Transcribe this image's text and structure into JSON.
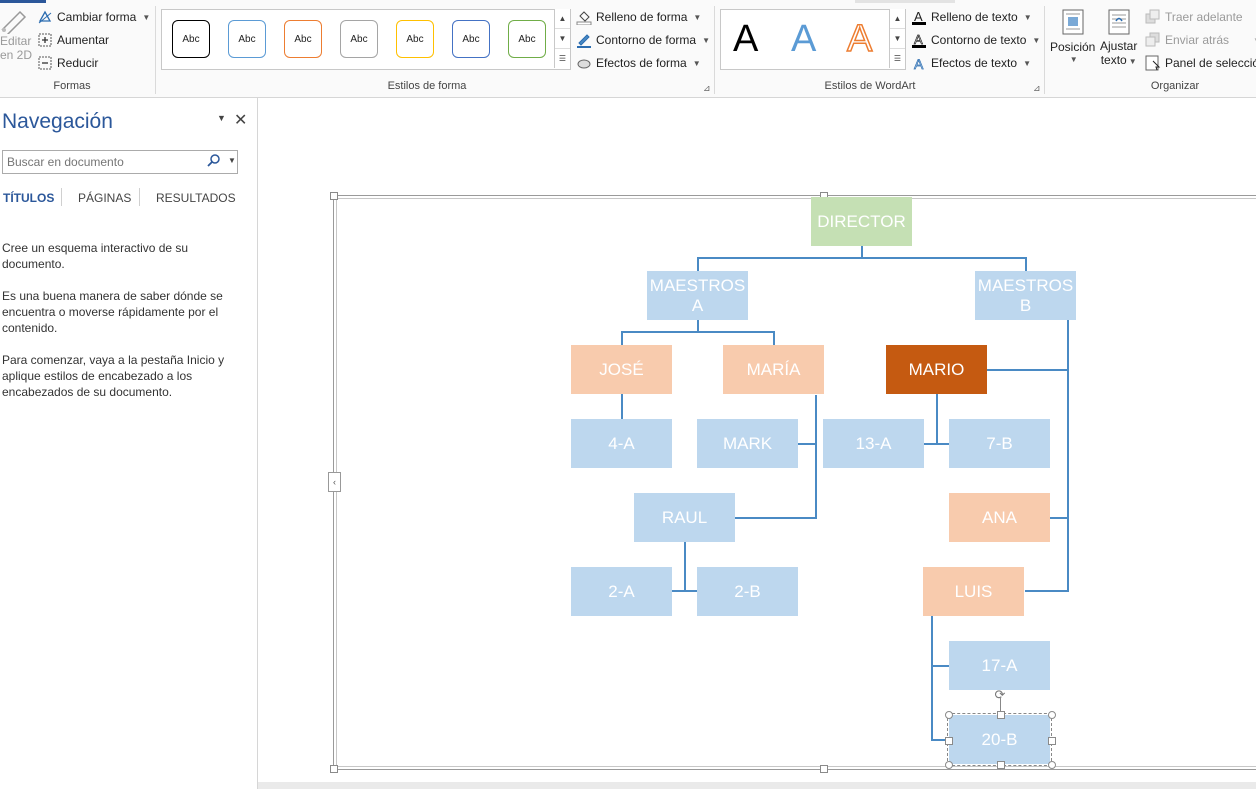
{
  "ribbon": {
    "formas": {
      "edit2d_label_1": "Editar",
      "edit2d_label_2": "en 2D",
      "cambiar_forma": "Cambiar forma",
      "aumentar": "Aumentar",
      "reducir": "Reducir",
      "group_label": "Formas"
    },
    "estilos_forma": {
      "swatch_label": "Abc",
      "swatches": [
        {
          "label": "Abc",
          "color": "#000000"
        },
        {
          "label": "Abc",
          "color": "#5b9bd5"
        },
        {
          "label": "Abc",
          "color": "#ed7d31"
        },
        {
          "label": "Abc",
          "color": "#a5a5a5"
        },
        {
          "label": "Abc",
          "color": "#ffc000"
        },
        {
          "label": "Abc",
          "color": "#4472c4"
        },
        {
          "label": "Abc",
          "color": "#70ad47"
        }
      ],
      "relleno": "Relleno de forma",
      "contorno": "Contorno de forma",
      "efectos": "Efectos de forma",
      "group_label": "Estilos de forma"
    },
    "wordart": {
      "letter": "A",
      "relleno": "Relleno de texto",
      "contorno": "Contorno de texto",
      "efectos": "Efectos de texto",
      "group_label": "Estilos de WordArt"
    },
    "organizar": {
      "posicion": "Posición",
      "ajustar_1": "Ajustar",
      "ajustar_2": "texto",
      "traer": "Traer adelante",
      "enviar": "Enviar atrás",
      "panel": "Panel de selección",
      "group_label": "Organizar"
    }
  },
  "nav": {
    "title": "Navegación",
    "search_placeholder": "Buscar en documento",
    "tabs": [
      "TÍTULOS",
      "PÁGINAS",
      "RESULTADOS"
    ],
    "para1": "Cree un esquema interactivo de su documento.",
    "para2": "Es una buena manera de saber dónde se encuentra o moverse rápidamente por el contenido.",
    "para3": "Para comenzar, vaya a la pestaña Inicio y aplique estilos de encabezado a los encabezados de su documento."
  },
  "diagram": {
    "colors": {
      "director": "#c5e0b4",
      "blue": "#bdd7ee",
      "peach": "#f8cbad",
      "mario": "#c55a11",
      "connector": "#4a8ac4"
    },
    "nodes": {
      "director": "DIRECTOR",
      "maestros_a_1": "MAESTROS",
      "maestros_a_2": "A",
      "maestros_b_1": "MAESTROS",
      "maestros_b_2": "B",
      "jose": "JOSÉ",
      "maria": "MARÍA",
      "mario": "MARIO",
      "n4a": "4-A",
      "mark": "MARK",
      "n13a": "13-A",
      "n7b": "7-B",
      "raul": "RAUL",
      "ana": "ANA",
      "n2a": "2-A",
      "n2b": "2-B",
      "luis": "LUIS",
      "n17a": "17-A",
      "n20b": "20-B"
    }
  }
}
